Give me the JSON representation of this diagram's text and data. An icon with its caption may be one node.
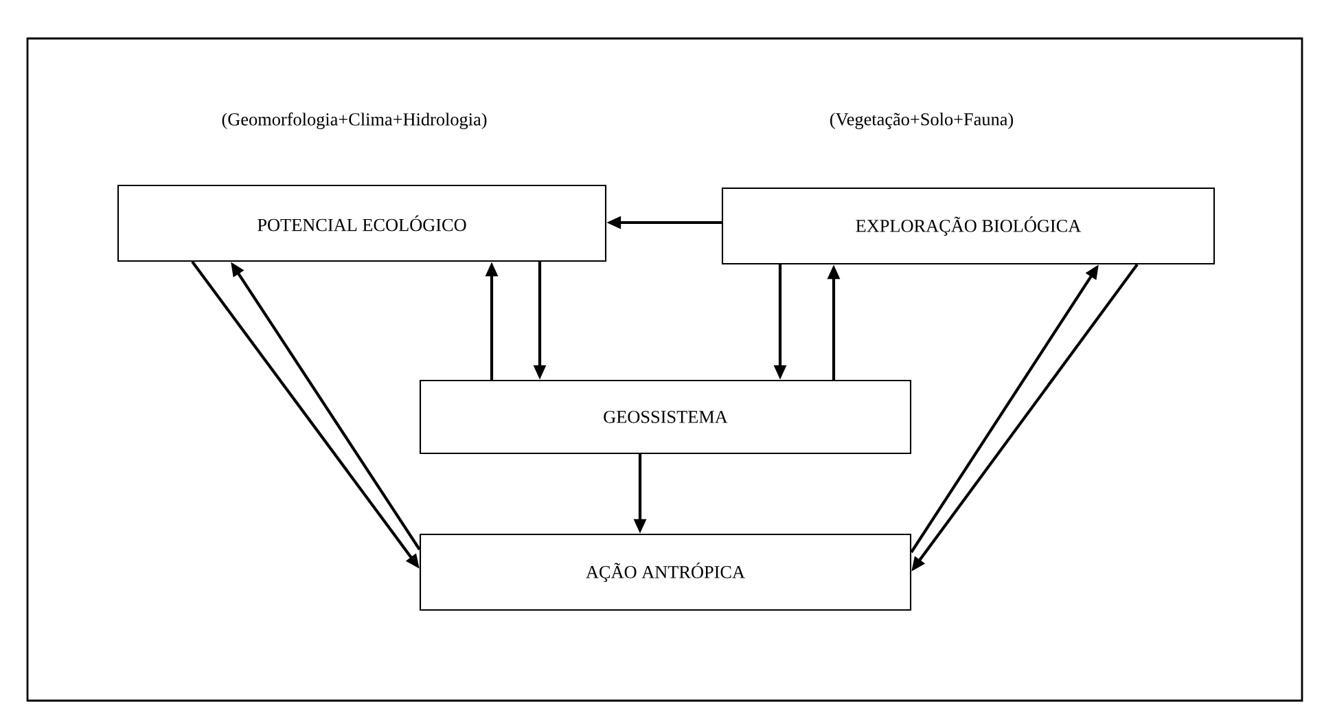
{
  "diagram": {
    "nodes": [
      {
        "text": [
          "POTENCIAL ECOLÓGICO"
        ],
        "beside": [
          "(Geomorfologia+Clima+Hidrologia)"
        ]
      },
      {
        "text": [
          "EXPLORAÇÃO BIOLÓGICA"
        ],
        "beside": [
          "(Vegetação+Solo+Fauna)"
        ]
      },
      {
        "text": [
          "GEOSSISTEMA"
        ]
      },
      {
        "text": [
          "AÇÃO ANTRÓPICA"
        ]
      }
    ],
    "edges": [
      {
        "from": 1,
        "to": 0,
        "arrow": "to"
      },
      {
        "from": 2,
        "to": 0,
        "arrow": "to"
      },
      {
        "from": 0,
        "to": 2,
        "arrow": "to"
      },
      {
        "from": 1,
        "to": 2,
        "arrow": "to"
      },
      {
        "from": 2,
        "to": 1,
        "arrow": "to"
      },
      {
        "from": 2,
        "to": 3,
        "arrow": "to"
      },
      {
        "from": 0,
        "to": 3,
        "arrow": "to"
      },
      {
        "from": 3,
        "to": 0,
        "arrow": "to"
      },
      {
        "from": 3,
        "to": 1,
        "arrow": "to"
      },
      {
        "from": 1,
        "to": 3,
        "arrow": "to"
      }
    ]
  }
}
